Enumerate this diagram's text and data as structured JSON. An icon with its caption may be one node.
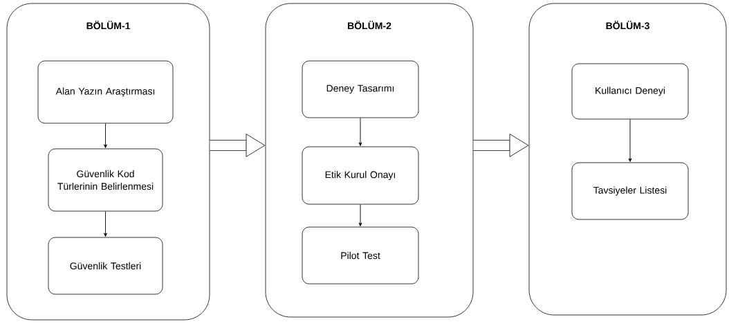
{
  "diagram": {
    "nodes": [
      {
        "text": [
          "BÖLÜM-1"
        ]
      },
      {
        "text": [
          "Alan Yazın Araştırması"
        ],
        "in": 0
      },
      {
        "text": [
          "Güvenlik Kod Türlerinin Belirlenmesi"
        ],
        "in": 0
      },
      {
        "text": [
          "Güvenlik Testleri"
        ],
        "in": 0
      },
      {
        "text": [
          "BÖLÜM-2"
        ]
      },
      {
        "text": [
          "Deney Tasarımı"
        ],
        "in": 4
      },
      {
        "text": [
          "Etik Kurul Onayı"
        ],
        "in": 4
      },
      {
        "text": [
          "Pilot Test"
        ],
        "in": 4
      },
      {
        "text": [
          "BÖLÜM-3"
        ]
      },
      {
        "text": [
          "Kullanıcı Deneyi"
        ],
        "in": 8
      },
      {
        "text": [
          "Tavsiyeler Listesi"
        ],
        "in": 8
      }
    ],
    "edges": [
      {
        "from": 1,
        "to": 2,
        "arrow": "to"
      },
      {
        "from": 2,
        "to": 3,
        "arrow": "to"
      },
      {
        "from": 0,
        "to": 4,
        "arrow": "to",
        "style": "thick"
      },
      {
        "from": 5,
        "to": 6,
        "arrow": "to"
      },
      {
        "from": 6,
        "to": 7,
        "arrow": "to"
      },
      {
        "from": 4,
        "to": 8,
        "arrow": "to",
        "style": "thick"
      },
      {
        "from": 9,
        "to": 10,
        "arrow": "to"
      }
    ]
  }
}
